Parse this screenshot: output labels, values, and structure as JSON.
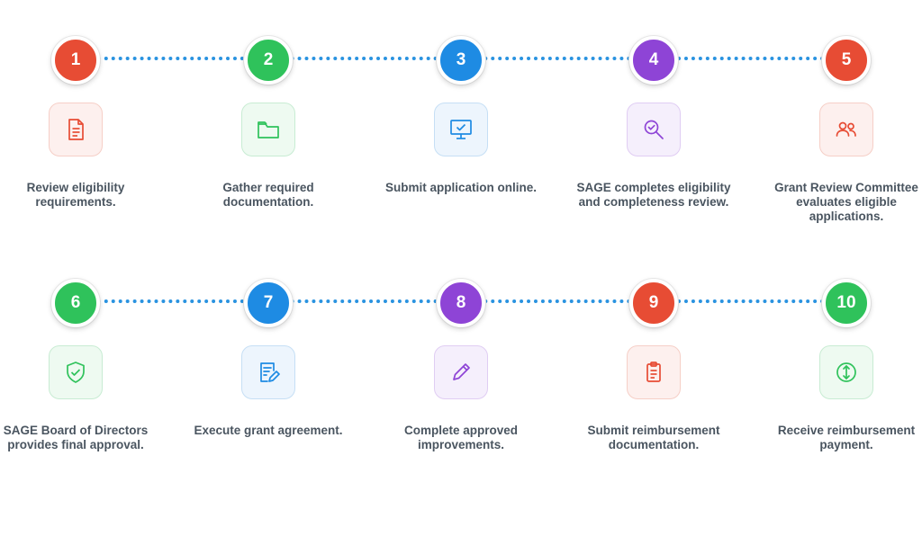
{
  "colors": {
    "red": "#e74c34",
    "green": "#2fc25b",
    "blue": "#1e8be3",
    "purple": "#8e44d6",
    "connector": "#2a93e0",
    "label": "#4a5560"
  },
  "steps": [
    {
      "number": "1",
      "color": "red",
      "icon": "document-icon",
      "label": "Review eligibility requirements."
    },
    {
      "number": "2",
      "color": "green",
      "icon": "folder-icon",
      "label": "Gather required documentation."
    },
    {
      "number": "3",
      "color": "blue",
      "icon": "monitor-check-icon",
      "label": "Submit application online."
    },
    {
      "number": "4",
      "color": "purple",
      "icon": "magnifier-check-icon",
      "label": "SAGE completes eligibility and completeness review."
    },
    {
      "number": "5",
      "color": "red",
      "icon": "people-icon",
      "label": "Grant Review Committee evaluates eligible applications."
    },
    {
      "number": "6",
      "color": "green",
      "icon": "shield-check-icon",
      "label": "SAGE Board of Directors provides final approval."
    },
    {
      "number": "7",
      "color": "blue",
      "icon": "document-edit-icon",
      "label": "Execute grant agreement."
    },
    {
      "number": "8",
      "color": "purple",
      "icon": "pencil-icon",
      "label": "Complete approved improvements."
    },
    {
      "number": "9",
      "color": "red",
      "icon": "clipboard-icon",
      "label": "Submit reimbursement documentation."
    },
    {
      "number": "10",
      "color": "green",
      "icon": "coin-transfer-icon",
      "label": "Receive reimbursement payment."
    }
  ]
}
